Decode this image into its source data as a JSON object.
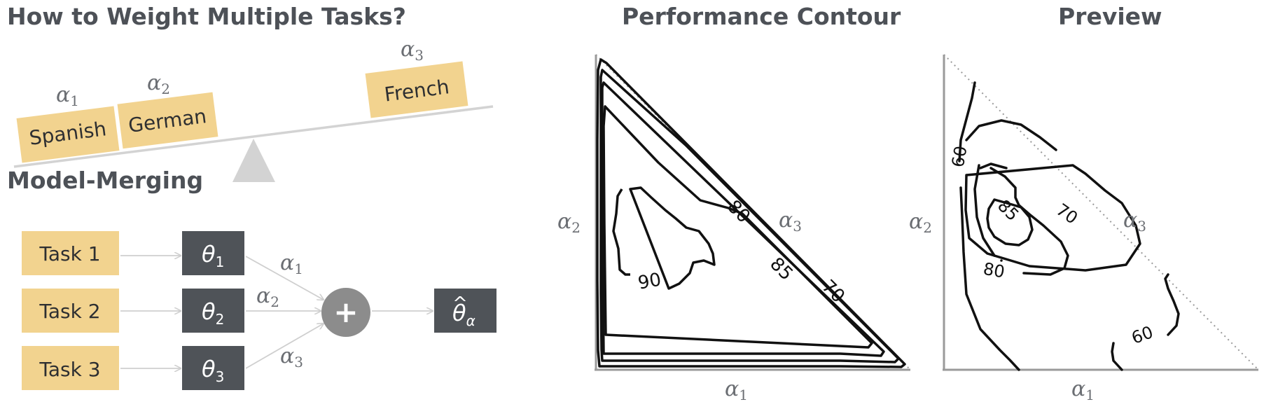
{
  "balance": {
    "title": "How to Weight Multiple Tasks?",
    "boxes": [
      {
        "label": "Spanish",
        "weight": "α",
        "sub": "1"
      },
      {
        "label": "German",
        "weight": "α",
        "sub": "2"
      },
      {
        "label": "French",
        "weight": "α",
        "sub": "3"
      }
    ]
  },
  "merge": {
    "title": "Model-Merging",
    "tasks": [
      "Task 1",
      "Task 2",
      "Task 3"
    ],
    "params": [
      {
        "sym": "θ",
        "sub": "1"
      },
      {
        "sym": "θ",
        "sub": "2"
      },
      {
        "sym": "θ",
        "sub": "3"
      }
    ],
    "weights": [
      {
        "sym": "α",
        "sub": "1"
      },
      {
        "sym": "α",
        "sub": "2"
      },
      {
        "sym": "α",
        "sub": "3"
      }
    ],
    "plus": "+",
    "output": {
      "sym": "θ",
      "hat": "^",
      "sub": "α"
    }
  },
  "contour": {
    "title": "Performance Contour",
    "xaxis": {
      "sym": "α",
      "sub": "1"
    },
    "yaxis": {
      "sym": "α",
      "sub": "2"
    },
    "diag": {
      "sym": "α",
      "sub": "3"
    },
    "levels": [
      "80",
      "85",
      "70",
      "90"
    ]
  },
  "preview": {
    "title": "Preview",
    "xaxis": {
      "sym": "α",
      "sub": "1"
    },
    "yaxis": {
      "sym": "α",
      "sub": "2"
    },
    "diag": {
      "sym": "α",
      "sub": "3"
    },
    "levels": [
      "60",
      "85",
      "70",
      "80",
      "60"
    ]
  },
  "colors": {
    "box": "#f2d38f",
    "dark": "#4f5358",
    "text": "#4d5157",
    "arrow": "#cfcfcf",
    "plus_circle": "#8c8c8c"
  }
}
